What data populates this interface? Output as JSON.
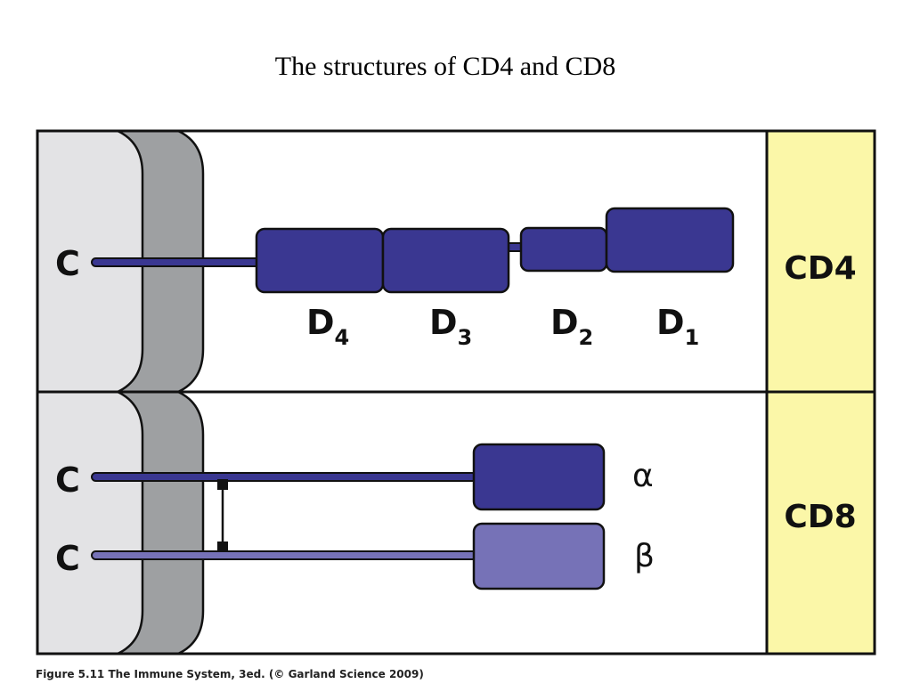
{
  "title": "The structures of CD4 and CD8",
  "caption": "Figure 5.11  The Immune System, 3ed. (© Garland Science 2009)",
  "colors": {
    "membrane_outer": "#e3e3e5",
    "membrane_inner": "#9ea0a2",
    "domain_dark": "#3a3791",
    "domain_light": "#7672b7",
    "side_panel": "#fbf7a8",
    "outline": "#111111"
  },
  "cd4": {
    "label": "CD4",
    "terminus": "C",
    "domains": [
      {
        "base": "D",
        "sub": "4"
      },
      {
        "base": "D",
        "sub": "3"
      },
      {
        "base": "D",
        "sub": "2"
      },
      {
        "base": "D",
        "sub": "1"
      }
    ]
  },
  "cd8": {
    "label": "CD8",
    "alpha": {
      "terminus": "C",
      "chain": "α"
    },
    "beta": {
      "terminus": "C",
      "chain": "β"
    }
  }
}
